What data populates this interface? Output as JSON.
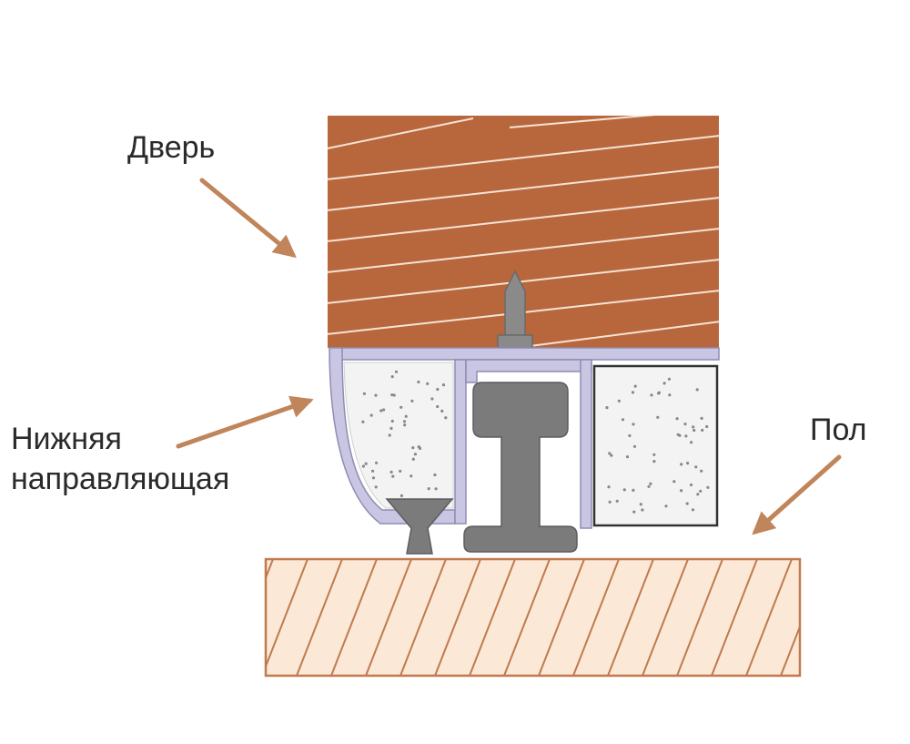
{
  "labels": {
    "door": "Дверь",
    "guide_line1": "Нижняя",
    "guide_line2": "направляющая",
    "floor": "Пол"
  },
  "colors": {
    "door_wood": "#b8673d",
    "door_grain": "#f6e3d3",
    "floor_fill": "#fbe8d6",
    "floor_stroke": "#c07a4e",
    "rail_profile": "#c8c6e2",
    "rail_stroke": "#8f8cb2",
    "insert_fill": "#f4f3f3",
    "roller_gray": "#7b7b7b",
    "arrow_color": "#c0855a",
    "label_color": "#2a2a2a"
  }
}
